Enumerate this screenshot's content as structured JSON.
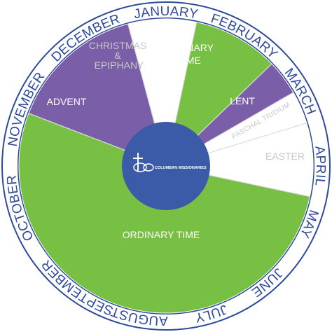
{
  "diagram": {
    "months": [
      "JANUARY",
      "FEBRUARY",
      "MARCH",
      "APRIL",
      "MAY",
      "JUNE",
      "JULY",
      "AUGUST",
      "SEPTEMBER",
      "OCTOBER",
      "NOVEMBER",
      "DECEMBER"
    ],
    "seasons": [
      {
        "key": "christmas",
        "lines": [
          "CHRISTMAS",
          "&",
          "EPIPHANY"
        ],
        "color": "#ffffff"
      },
      {
        "key": "ordinary1",
        "lines": [
          "ORDINARY",
          "TIME"
        ],
        "color": "#77c043"
      },
      {
        "key": "lent",
        "lines": [
          "LENT"
        ],
        "color": "#7b5ea8"
      },
      {
        "key": "triduum",
        "lines": [
          "PASCHAL TRIDIUM"
        ],
        "color": "#ffffff"
      },
      {
        "key": "easter",
        "lines": [
          "EASTER"
        ],
        "color": "#ffffff"
      },
      {
        "key": "ordinary2",
        "lines": [
          "ORDINARY TIME"
        ],
        "color": "#77c043"
      },
      {
        "key": "advent",
        "lines": [
          "ADVENT"
        ],
        "color": "#7b5ea8"
      }
    ],
    "center": {
      "logo_text": "COLUMBAN MISSIONARIES",
      "color": "#3b5aa8"
    },
    "ring_color": "#2e4a9a"
  }
}
